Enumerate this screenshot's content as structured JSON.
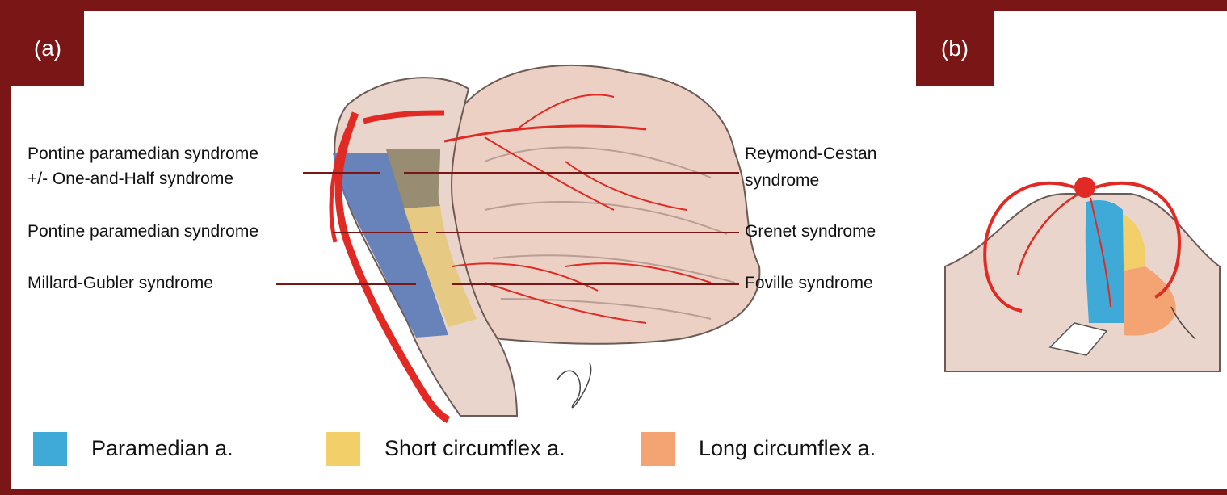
{
  "panels": {
    "a": {
      "tag": "(a)"
    },
    "b": {
      "tag": "(b)"
    }
  },
  "left_labels": [
    "Pontine paramedian syndrome",
    "+/- One-and-Half syndrome",
    "Pontine paramedian syndrome",
    "Millard-Gubler syndrome"
  ],
  "right_labels": [
    "Reymond-Cestan",
    "syndrome",
    "Grenet syndrome",
    "Foville syndrome"
  ],
  "legend": [
    {
      "label": "Paramedian a.",
      "color": "#3fa9d8"
    },
    {
      "label": "Short circumflex a.",
      "color": "#f3cf6a"
    },
    {
      "label": "Long circumflex a.",
      "color": "#f4a473"
    }
  ],
  "colors": {
    "frame": "#7a1616",
    "artery": "#e02a23",
    "brain": "#ecd0c4",
    "paramedian_zone": "#5a7ab8",
    "short_zone": "#e6c87a",
    "dark_zone": "#8f8468"
  }
}
